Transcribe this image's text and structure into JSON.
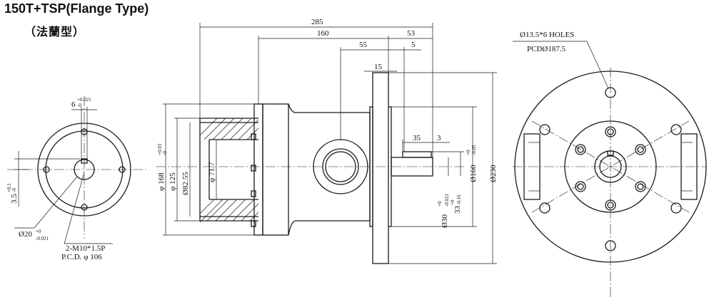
{
  "header": {
    "title": "150T+TSP(Flange Type)",
    "subtitle": "（法蘭型）"
  },
  "left_view": {
    "keyway_width": "6",
    "keyway_width_tol_upper": "+0.021",
    "keyway_width_tol_lower": "-0",
    "keyway_depth": "3.5",
    "keyway_depth_tol_upper": "+0.1",
    "keyway_depth_tol_lower": "-0",
    "bore_diameter": "Ø20",
    "bore_tol_upper": "+0",
    "bore_tol_lower": "-0.021",
    "tapped_holes": "2-M10*1.5P",
    "pcd": "P.C.D. φ 106"
  },
  "side_view": {
    "overall_length": "285",
    "body_length": "160",
    "flange_to_shaft": "53",
    "port_offset": "55",
    "offset_5": "5",
    "flange_thickness": "15",
    "key_length": "35",
    "key_offset": "3",
    "dia_168": "φ 168",
    "dia_125": "φ 125",
    "dia_82_55": "Ø82.55",
    "dia_82_55_tol_upper": "+0.03",
    "dia_82_55_tol_lower": "-0",
    "dia_71_7": "φ 71.7",
    "shaft_dia": "Ø30",
    "shaft_dia_tol_upper": "+0",
    "shaft_dia_tol_lower": "-0.021",
    "key_height": "33",
    "key_height_tol_upper": "+0",
    "key_height_tol_lower": "-0.16",
    "pilot_dia": "Ø160",
    "pilot_dia_tol_upper": "+0",
    "pilot_dia_tol_lower": "-0.05",
    "flange_dia": "Ø230"
  },
  "right_view": {
    "holes_label": "Ø13.5*6 HOLES",
    "pcd_label": "PCDØ187.5"
  }
}
